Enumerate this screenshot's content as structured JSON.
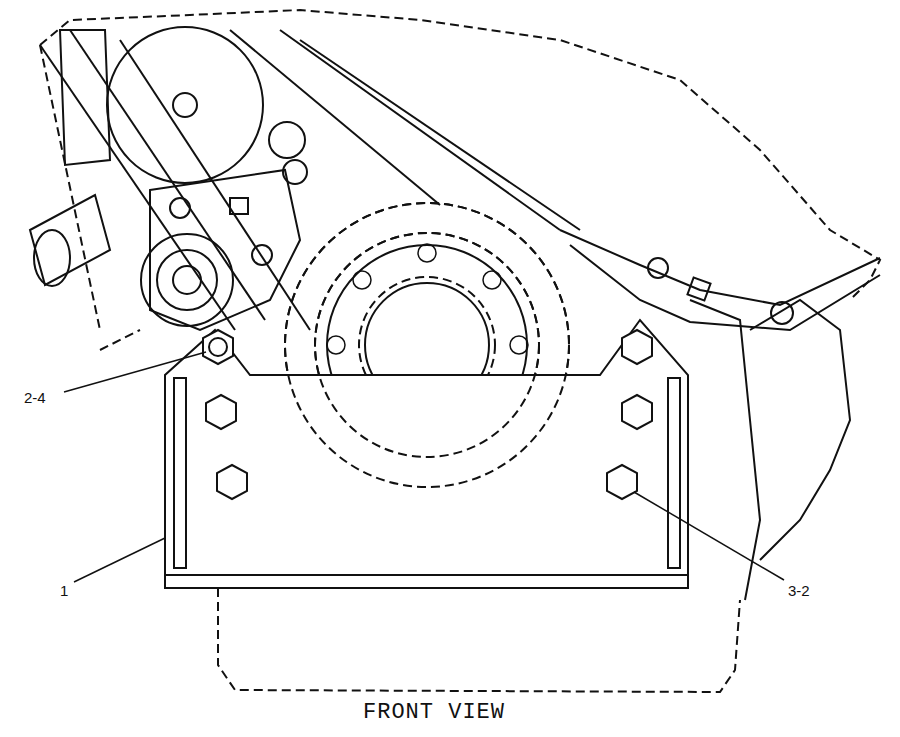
{
  "diagram": {
    "caption": "FRONT VIEW",
    "labels": [
      "2-4",
      "1",
      "3-2"
    ]
  }
}
